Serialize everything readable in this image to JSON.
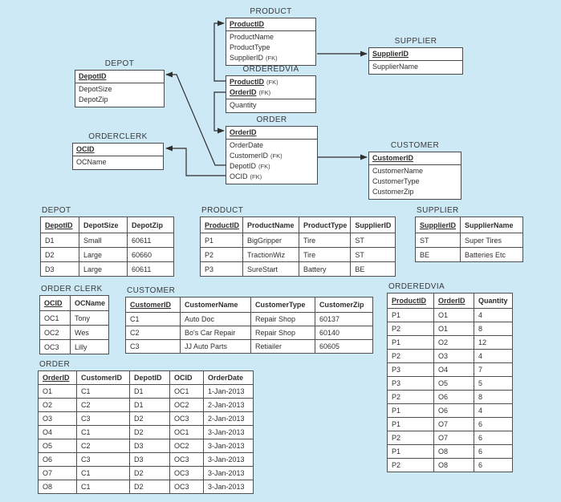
{
  "colors": {
    "background": "#cde9f5",
    "box_background": "#ffffff",
    "border": "#4a4a4a",
    "text": "#2e2e2e",
    "connector": "#2f2f2f"
  },
  "diagram": {
    "fk_suffix": "(FK)",
    "entities": [
      {
        "id": "product",
        "title": "PRODUCT",
        "rows": [
          {
            "text": "ProductID",
            "key": true
          },
          {
            "text": "ProductName"
          },
          {
            "text": "ProductType"
          },
          {
            "text": "SupplierID",
            "fk": true
          }
        ]
      },
      {
        "id": "supplier",
        "title": "SUPPLIER",
        "rows": [
          {
            "text": "SupplierID",
            "key": true
          },
          {
            "text": "SupplierName"
          }
        ]
      },
      {
        "id": "depot",
        "title": "DEPOT",
        "rows": [
          {
            "text": "DepotID",
            "key": true
          },
          {
            "text": "DepotSize"
          },
          {
            "text": "DepotZip"
          }
        ]
      },
      {
        "id": "orderedvia",
        "title": "ORDEREDVIA",
        "rows": [
          {
            "text": "ProductID",
            "key": true,
            "fk": true
          },
          {
            "text": "OrderID",
            "key": true,
            "fk": true
          },
          {
            "text": "Quantity"
          }
        ]
      },
      {
        "id": "orderclerk",
        "title": "ORDERCLERK",
        "rows": [
          {
            "text": "OCID",
            "key": true
          },
          {
            "text": "OCName"
          }
        ]
      },
      {
        "id": "order",
        "title": "ORDER",
        "rows": [
          {
            "text": "OrderID",
            "key": true
          },
          {
            "text": "OrderDate"
          },
          {
            "text": "CustomerID",
            "fk": true
          },
          {
            "text": "DepotID",
            "fk": true
          },
          {
            "text": "OCID",
            "fk": true
          }
        ]
      },
      {
        "id": "customer",
        "title": "CUSTOMER",
        "rows": [
          {
            "text": "CustomerID",
            "key": true
          },
          {
            "text": "CustomerName"
          },
          {
            "text": "CustomerType"
          },
          {
            "text": "CustomerZip"
          }
        ]
      }
    ],
    "relationships": [
      {
        "from": "ORDEREDVIA.ProductID",
        "to": "PRODUCT.ProductID"
      },
      {
        "from": "PRODUCT.SupplierID",
        "to": "SUPPLIER.SupplierID"
      },
      {
        "from": "ORDEREDVIA.OrderID",
        "to": "ORDER.OrderID"
      },
      {
        "from": "ORDER.DepotID",
        "to": "DEPOT.DepotID"
      },
      {
        "from": "ORDER.OCID",
        "to": "ORDERCLERK.OCID"
      },
      {
        "from": "ORDER.CustomerID",
        "to": "CUSTOMER.CustomerID"
      }
    ]
  },
  "tables": [
    {
      "id": "depot",
      "title": "DEPOT",
      "headers": [
        {
          "text": "DepotID",
          "key": true
        },
        {
          "text": "DepotSize"
        },
        {
          "text": "DepotZip"
        }
      ],
      "rows": [
        [
          "D1",
          "Small",
          "60611"
        ],
        [
          "D2",
          "Large",
          "60660"
        ],
        [
          "D3",
          "Large",
          "60611"
        ]
      ]
    },
    {
      "id": "product",
      "title": "PRODUCT",
      "headers": [
        {
          "text": "ProductID",
          "key": true
        },
        {
          "text": "ProductName"
        },
        {
          "text": "ProductType"
        },
        {
          "text": "SupplierID"
        }
      ],
      "rows": [
        [
          "P1",
          "BigGripper",
          "Tire",
          "ST"
        ],
        [
          "P2",
          "TractionWiz",
          "Tire",
          "ST"
        ],
        [
          "P3",
          "SureStart",
          "Battery",
          "BE"
        ]
      ]
    },
    {
      "id": "supplier",
      "title": "SUPPLIER",
      "headers": [
        {
          "text": "SupplierID",
          "key": true
        },
        {
          "text": "SupplierName"
        }
      ],
      "rows": [
        [
          "ST",
          "Super Tires"
        ],
        [
          "BE",
          "Batteries Etc"
        ]
      ]
    },
    {
      "id": "orderclerk",
      "title": "ORDER CLERK",
      "headers": [
        {
          "text": "OCID",
          "key": true
        },
        {
          "text": "OCName"
        }
      ],
      "rows": [
        [
          "OC1",
          "Tony"
        ],
        [
          "OC2",
          "Wes"
        ],
        [
          "OC3",
          "Lilly"
        ]
      ]
    },
    {
      "id": "customer",
      "title": "CUSTOMER",
      "headers": [
        {
          "text": "CustomerID",
          "key": true
        },
        {
          "text": "CustomerName"
        },
        {
          "text": "CustomerType"
        },
        {
          "text": "CustomerZip"
        }
      ],
      "rows": [
        [
          "C1",
          "Auto Doc",
          "Repair Shop",
          "60137"
        ],
        [
          "C2",
          "Bo's Car Repair",
          "Repair Shop",
          "60140"
        ],
        [
          "C3",
          "JJ Auto Parts",
          "Retiailer",
          "60605"
        ]
      ]
    },
    {
      "id": "orderedvia",
      "title": "ORDEREDVIA",
      "headers": [
        {
          "text": "ProductID",
          "key": true
        },
        {
          "text": "OrderID",
          "key": true
        },
        {
          "text": "Quantity"
        }
      ],
      "rows": [
        [
          "P1",
          "O1",
          "4"
        ],
        [
          "P2",
          "O1",
          "8"
        ],
        [
          "P1",
          "O2",
          "12"
        ],
        [
          "P2",
          "O3",
          "4"
        ],
        [
          "P3",
          "O4",
          "7"
        ],
        [
          "P3",
          "O5",
          "5"
        ],
        [
          "P2",
          "O6",
          "8"
        ],
        [
          "P1",
          "O6",
          "4"
        ],
        [
          "P1",
          "O7",
          "6"
        ],
        [
          "P2",
          "O7",
          "6"
        ],
        [
          "P1",
          "O8",
          "6"
        ],
        [
          "P2",
          "O8",
          "6"
        ]
      ]
    },
    {
      "id": "order",
      "title": "ORDER",
      "headers": [
        {
          "text": "OrderID",
          "key": true
        },
        {
          "text": "CustomerID"
        },
        {
          "text": "DepotID"
        },
        {
          "text": "OCID"
        },
        {
          "text": "OrderDate"
        }
      ],
      "rows": [
        [
          "O1",
          "C1",
          "D1",
          "OC1",
          "1-Jan-2013"
        ],
        [
          "O2",
          "C2",
          "D1",
          "OC2",
          "2-Jan-2013"
        ],
        [
          "O3",
          "C3",
          "D2",
          "OC3",
          "2-Jan-2013"
        ],
        [
          "O4",
          "C1",
          "D2",
          "OC1",
          "3-Jan-2013"
        ],
        [
          "O5",
          "C2",
          "D3",
          "OC2",
          "3-Jan-2013"
        ],
        [
          "O6",
          "C3",
          "D3",
          "OC3",
          "3-Jan-2013"
        ],
        [
          "O7",
          "C1",
          "D2",
          "OC3",
          "3-Jan-2013"
        ],
        [
          "O8",
          "C1",
          "D2",
          "OC3",
          "3-Jan-2013"
        ]
      ]
    }
  ]
}
